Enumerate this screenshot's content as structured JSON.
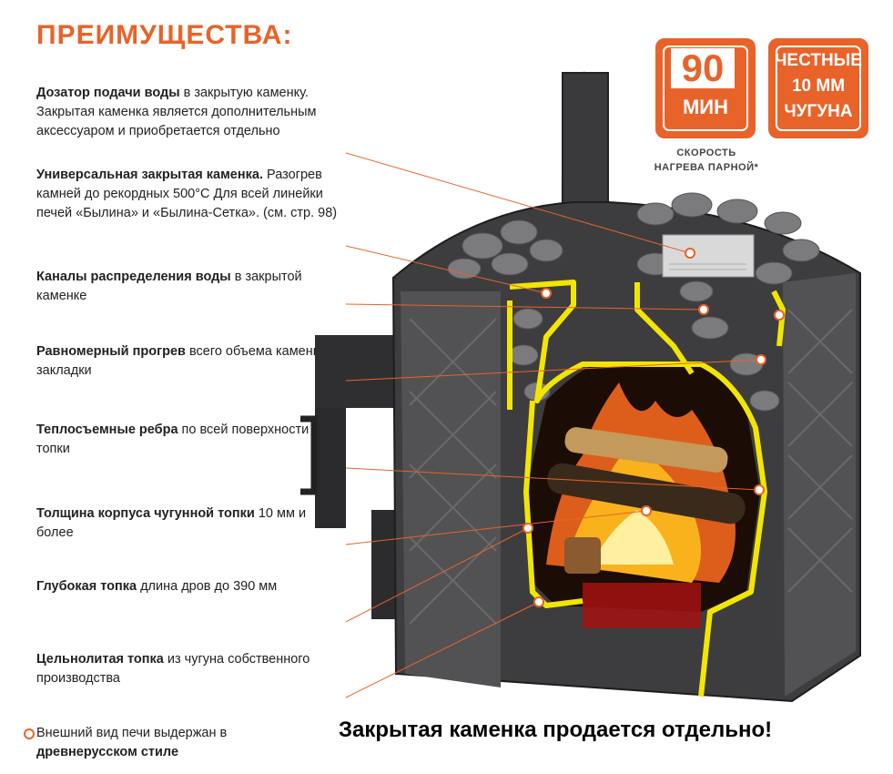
{
  "title": "ПРЕИМУЩЕСТВА:",
  "features": [
    {
      "bold": "Дозатор подачи воды",
      "text": " в закрытую каменку. Закрытая каменка является дополнительным аксессуаром и приобретается отдельно"
    },
    {
      "bold": "Универсальная закрытая каменка.",
      "text": " Разогрев камней до рекордных 500°С Для всей линейки печей «Былина» и «Былина-Сетка». (см. стр. 98)"
    },
    {
      "bold": "Каналы распределения воды",
      "text": " в закрытой каменке"
    },
    {
      "bold": "Равномерный прогрев",
      "text": " всего объема каменной закладки"
    },
    {
      "bold": "Теплосъемные ребра",
      "text": " по всей поверхности топки"
    },
    {
      "bold": "Толщина корпуса чугунной топки",
      "text": " 10 мм и более"
    },
    {
      "bold": "Глубокая топка",
      "text": " длина дров до 390 мм"
    },
    {
      "bold": "Цельнолитая топка",
      "text": " из чугуна собственного производства"
    }
  ],
  "badges": {
    "speed_value": "90",
    "speed_unit": "МИН",
    "speed_caption_1": "СКОРОСТЬ",
    "speed_caption_2": "НАГРЕВА ПАРНОЙ*",
    "iron_line1": "ЧЕСТНЫЕ",
    "iron_line2": "10 ММ",
    "iron_line3": "ЧУГУНА"
  },
  "note": {
    "text": "Внешний вид печи выдержан в",
    "bold": "древнерусском стиле"
  },
  "bottom_notice": "Закрытая каменка продается отдельно!",
  "colors": {
    "accent": "#e8632a",
    "highlight": "#f2e600",
    "stove": "#3d3d3f"
  }
}
